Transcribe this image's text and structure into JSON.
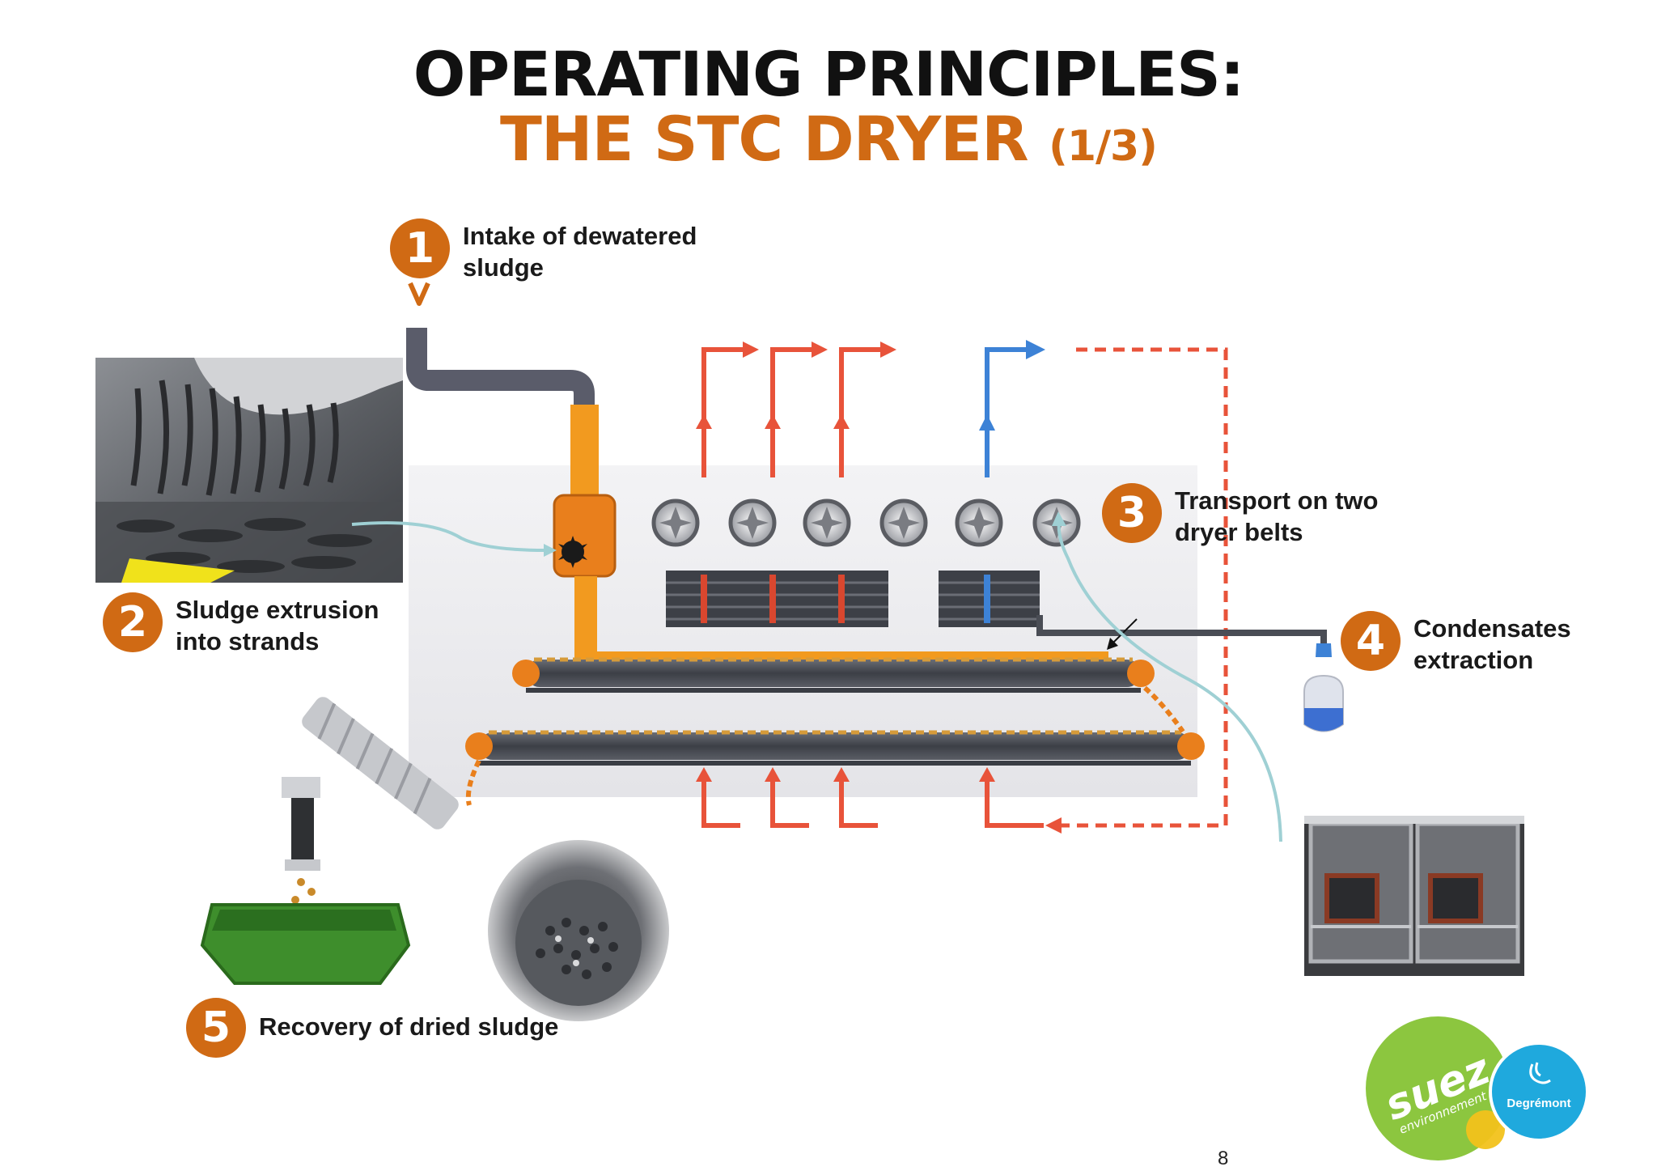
{
  "title": {
    "line1": "OPERATING PRINCIPLES:",
    "line2": "THE STC DRYER",
    "line2_suffix": "(1/3)"
  },
  "steps": [
    {
      "number": "1",
      "label": "Intake of dewatered sludge"
    },
    {
      "number": "2",
      "label": "Sludge extrusion into strands"
    },
    {
      "number": "3",
      "label": "Transport on two dryer belts"
    },
    {
      "number": "4",
      "label": "Condensates extraction"
    },
    {
      "number": "5",
      "label": "Recovery of dried sludge"
    }
  ],
  "page_number": "8",
  "logos": {
    "suez": {
      "brand": "suez",
      "sub": "environnement"
    },
    "degremont": {
      "brand": "Degrémont"
    }
  },
  "colors": {
    "accent_orange": "#d06a14",
    "title_black": "#111111",
    "hot_air_red": "#e8533a",
    "cool_air_blue": "#3d82d6",
    "condensate_blue": "#3d6fd1",
    "guide_line_teal": "#9fd0d4",
    "belt_gray": "#4a4d55",
    "suez_green": "#8cc63f",
    "degremont_blue": "#1fa9dd"
  }
}
